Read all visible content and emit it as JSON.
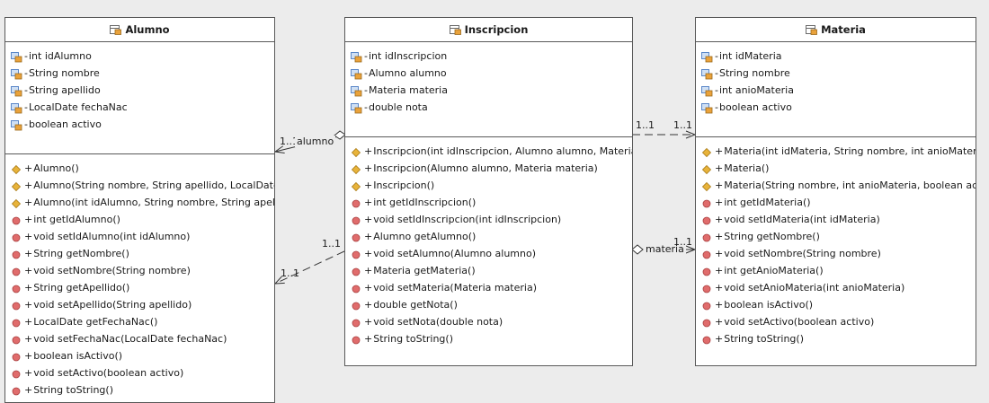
{
  "diagram": {
    "classes": {
      "alumno": {
        "name": "Alumno",
        "attributes": [
          {
            "vis": "-",
            "text": "int idAlumno"
          },
          {
            "vis": "-",
            "text": "String nombre"
          },
          {
            "vis": "-",
            "text": "String apellido"
          },
          {
            "vis": "-",
            "text": "LocalDate fechaNac"
          },
          {
            "vis": "-",
            "text": "boolean activo"
          }
        ],
        "operations": [
          {
            "kind": "constructor",
            "vis": "+",
            "text": "Alumno()"
          },
          {
            "kind": "constructor",
            "vis": "+",
            "text": "Alumno(String nombre, String apellido, LocalDate fechaNac, boolean activo)"
          },
          {
            "kind": "constructor",
            "vis": "+",
            "text": "Alumno(int idAlumno, String nombre, String apellido, LocalDate fechaNac, boolean activo)"
          },
          {
            "kind": "method",
            "vis": "+",
            "text": "int getIdAlumno()"
          },
          {
            "kind": "method",
            "vis": "+",
            "text": "void setIdAlumno(int idAlumno)"
          },
          {
            "kind": "method",
            "vis": "+",
            "text": "String getNombre()"
          },
          {
            "kind": "method",
            "vis": "+",
            "text": "void setNombre(String nombre)"
          },
          {
            "kind": "method",
            "vis": "+",
            "text": "String getApellido()"
          },
          {
            "kind": "method",
            "vis": "+",
            "text": "void setApellido(String apellido)"
          },
          {
            "kind": "method",
            "vis": "+",
            "text": "LocalDate getFechaNac()"
          },
          {
            "kind": "method",
            "vis": "+",
            "text": "void setFechaNac(LocalDate fechaNac)"
          },
          {
            "kind": "method",
            "vis": "+",
            "text": "boolean isActivo()"
          },
          {
            "kind": "method",
            "vis": "+",
            "text": "void setActivo(boolean activo)"
          },
          {
            "kind": "method",
            "vis": "+",
            "text": "String toString()"
          }
        ]
      },
      "inscripcion": {
        "name": "Inscripcion",
        "attributes": [
          {
            "vis": "-",
            "text": "int idInscripcion"
          },
          {
            "vis": "-",
            "text": "Alumno alumno"
          },
          {
            "vis": "-",
            "text": "Materia materia"
          },
          {
            "vis": "-",
            "text": "double nota"
          }
        ],
        "operations": [
          {
            "kind": "constructor",
            "vis": "+",
            "text": "Inscripcion(int idInscripcion, Alumno alumno, Materia materia, double nota)"
          },
          {
            "kind": "constructor",
            "vis": "+",
            "text": "Inscripcion(Alumno alumno, Materia materia)"
          },
          {
            "kind": "constructor",
            "vis": "+",
            "text": "Inscripcion()"
          },
          {
            "kind": "method",
            "vis": "+",
            "text": "int getIdInscripcion()"
          },
          {
            "kind": "method",
            "vis": "+",
            "text": "void setIdInscripcion(int idInscripcion)"
          },
          {
            "kind": "method",
            "vis": "+",
            "text": "Alumno getAlumno()"
          },
          {
            "kind": "method",
            "vis": "+",
            "text": "void setAlumno(Alumno alumno)"
          },
          {
            "kind": "method",
            "vis": "+",
            "text": "Materia getMateria()"
          },
          {
            "kind": "method",
            "vis": "+",
            "text": "void setMateria(Materia materia)"
          },
          {
            "kind": "method",
            "vis": "+",
            "text": "double getNota()"
          },
          {
            "kind": "method",
            "vis": "+",
            "text": "void setNota(double nota)"
          },
          {
            "kind": "method",
            "vis": "+",
            "text": "String toString()"
          }
        ]
      },
      "materia": {
        "name": "Materia",
        "attributes": [
          {
            "vis": "-",
            "text": "int idMateria"
          },
          {
            "vis": "-",
            "text": "String nombre"
          },
          {
            "vis": "-",
            "text": "int anioMateria"
          },
          {
            "vis": "-",
            "text": "boolean activo"
          }
        ],
        "operations": [
          {
            "kind": "constructor",
            "vis": "+",
            "text": "Materia(int idMateria, String nombre, int anioMateria, boolean activo)"
          },
          {
            "kind": "constructor",
            "vis": "+",
            "text": "Materia()"
          },
          {
            "kind": "constructor",
            "vis": "+",
            "text": "Materia(String nombre, int anioMateria, boolean activo)"
          },
          {
            "kind": "method",
            "vis": "+",
            "text": "int getIdMateria()"
          },
          {
            "kind": "method",
            "vis": "+",
            "text": "void setIdMateria(int idMateria)"
          },
          {
            "kind": "method",
            "vis": "+",
            "text": "String getNombre()"
          },
          {
            "kind": "method",
            "vis": "+",
            "text": "void setNombre(String nombre)"
          },
          {
            "kind": "method",
            "vis": "+",
            "text": "int getAnioMateria()"
          },
          {
            "kind": "method",
            "vis": "+",
            "text": "void setAnioMateria(int anioMateria)"
          },
          {
            "kind": "method",
            "vis": "+",
            "text": "boolean isActivo()"
          },
          {
            "kind": "method",
            "vis": "+",
            "text": "void setActivo(boolean activo)"
          },
          {
            "kind": "method",
            "vis": "+",
            "text": "String toString()"
          }
        ]
      }
    },
    "relations": {
      "alumno_aggregation": {
        "multiplicity": "1..1",
        "role": "alumno"
      },
      "alumno_dependency": {
        "mult_source": "1..1",
        "mult_target": "1..1"
      },
      "materia_dependency": {
        "mult_source": "1..1",
        "mult_target": "1..1"
      },
      "materia_aggregation": {
        "multiplicity": "1..1",
        "role": "materia"
      }
    },
    "colors": {
      "box_border": "#595959",
      "constructor_marker": "#e8b33a",
      "method_marker": "#e06c6c",
      "attribute_marker": "#5a87c8",
      "background": "#ececec"
    }
  }
}
